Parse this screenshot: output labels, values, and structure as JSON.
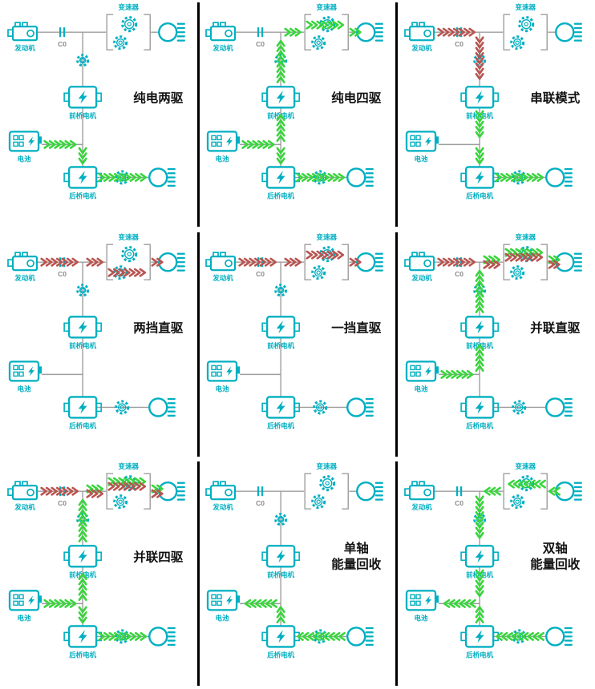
{
  "diagram": {
    "labels": {
      "engine": "发动机",
      "clutch": "C0",
      "transmission": "变速器",
      "front_motor": "前桥电机",
      "battery": "电池",
      "rear_motor": "后桥电机"
    },
    "colors": {
      "teal": "#00AFC1",
      "green": "#39D53C",
      "red": "#B85450",
      "line": "#9E9E9E",
      "label_gray": "#8A8A8A",
      "title": "#111111",
      "divider": "#000000"
    },
    "panels": [
      {
        "title": [
          "纯电两驱"
        ],
        "flows": {
          "b1": "G+",
          "v3": "G+",
          "r1": "G+"
        }
      },
      {
        "title": [
          "纯电四驱"
        ],
        "flows": {
          "b1": "G+",
          "v2": "G-",
          "v1": "G-",
          "s2": "G+",
          "tU": "G+",
          "s3": "G+",
          "v3": "G+",
          "r1": "G+"
        }
      },
      {
        "title": [
          "串联模式"
        ],
        "flows": {
          "s1": "R+",
          "v1": "R+",
          "v2": "G+",
          "v3": "G+",
          "r1": "G+"
        }
      },
      {
        "title": [
          "两挡直驱"
        ],
        "flows": {
          "s1": "R+",
          "s2": "R+",
          "tL": "R+",
          "s3": "R+"
        }
      },
      {
        "title": [
          "一挡直驱"
        ],
        "flows": {
          "s1": "R+",
          "s2": "R+",
          "tU": "R+",
          "s3": "R+"
        }
      },
      {
        "title": [
          "并联直驱"
        ],
        "flows": {
          "s1": "R+",
          "b1": "G+",
          "v2": "G-",
          "v1": "G-",
          "s2": "G+,R+",
          "tU": "G+,R+",
          "s3": "G+,R+"
        }
      },
      {
        "title": [
          "并联四驱"
        ],
        "flows": {
          "s1": "R+",
          "b1": "G+",
          "v2": "G-",
          "v1": "G-",
          "s2": "G+,R+",
          "tU": "G+,R+",
          "s3": "G+,R+",
          "v3": "G+",
          "r1": "G+"
        }
      },
      {
        "title": [
          "单轴",
          "能量回收"
        ],
        "flows": {
          "r1": "G-",
          "v3": "G-",
          "b1": "G-"
        }
      },
      {
        "title": [
          "双轴",
          "能量回收"
        ],
        "flows": {
          "s3": "G-",
          "tU": "G-",
          "s2": "G-",
          "v1": "G+",
          "v2": "G+",
          "b1": "G-",
          "v3": "G-",
          "r1": "G-"
        }
      }
    ]
  }
}
